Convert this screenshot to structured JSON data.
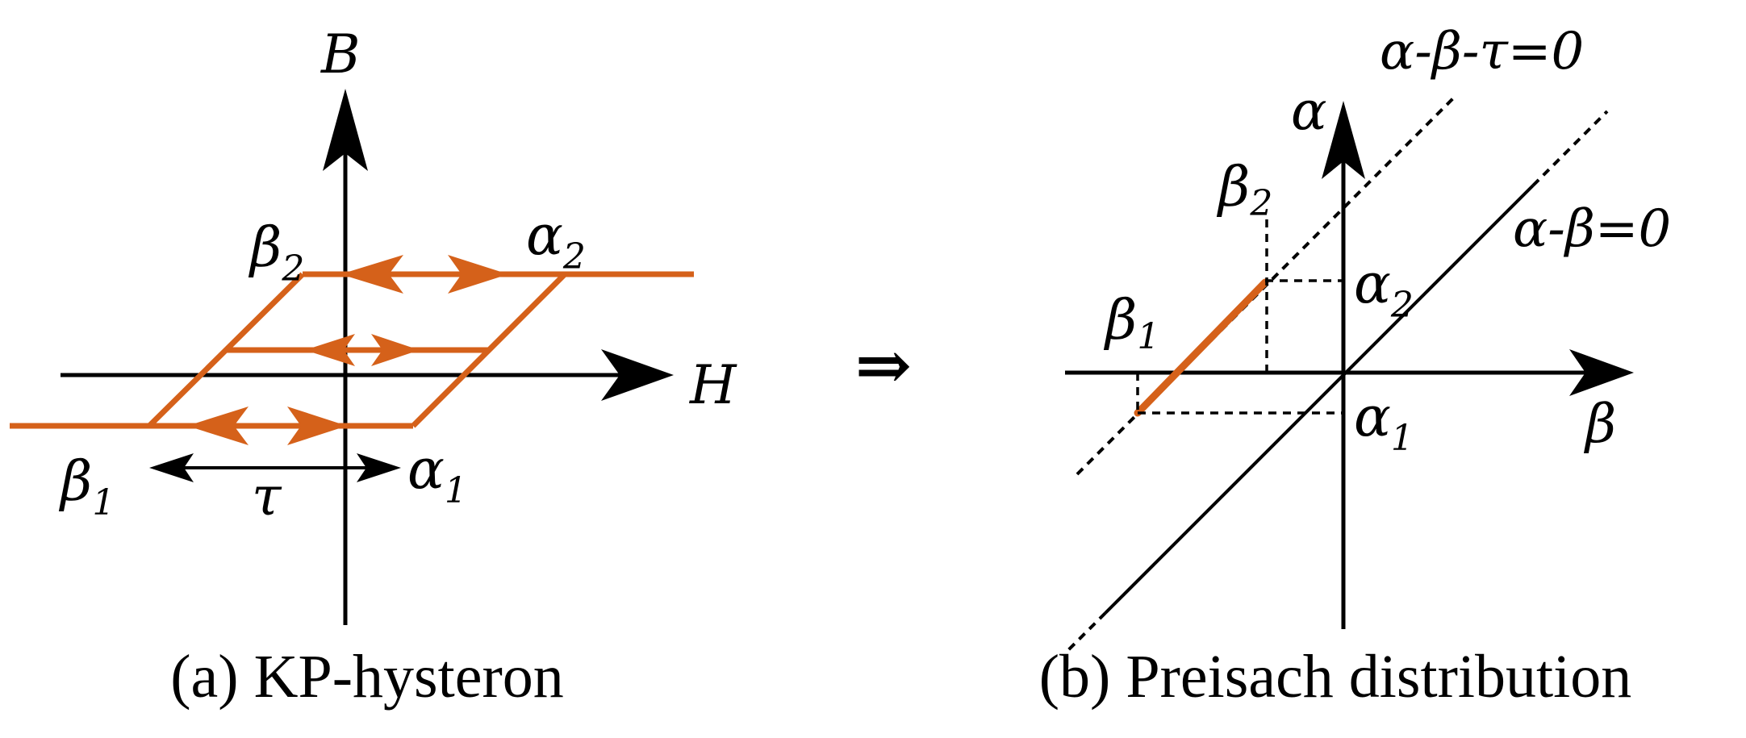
{
  "panel_a": {
    "caption": "(a) KP-hysteron",
    "axis_x_label": "H",
    "axis_y_label": "B",
    "beta": "β",
    "alpha": "α",
    "tau": "τ",
    "sub_1": "1",
    "sub_2": "2"
  },
  "panel_b": {
    "caption": "(b) Preisach distribution",
    "axis_x_label": "β",
    "axis_y_label": "α",
    "beta": "β",
    "alpha": "α",
    "sub_1": "1",
    "sub_2": "2",
    "line_tau_label": "α-β-τ=0",
    "line_diag_label": "α-β=0"
  },
  "implies_symbol": "⇒",
  "colors": {
    "accent": "#d5611a",
    "ink": "#000000"
  }
}
